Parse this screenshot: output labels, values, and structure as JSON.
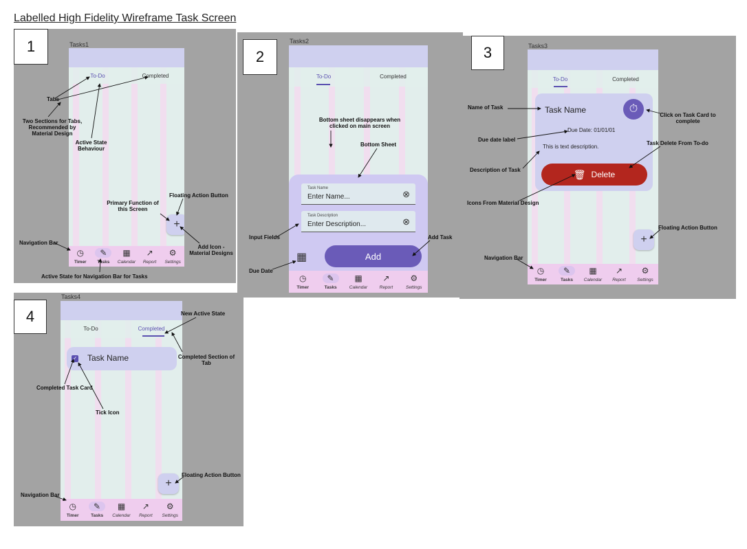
{
  "doc_title": "Labelled High Fidelity Wireframe Task Screen",
  "nav_items": [
    {
      "icon": "timer-icon",
      "glyph": "◷",
      "label": "Timer"
    },
    {
      "icon": "pencil-icon",
      "glyph": "✎",
      "label": "Tasks"
    },
    {
      "icon": "calendar-icon",
      "glyph": "▦",
      "label": "Calendar"
    },
    {
      "icon": "trend-icon",
      "glyph": "↗",
      "label": "Report"
    },
    {
      "icon": "gear-icon",
      "glyph": "⚙",
      "label": "Settings"
    }
  ],
  "tabs": {
    "todo": "To-Do",
    "completed": "Completed"
  },
  "fab_glyph": "+",
  "screen1": {
    "number": "1",
    "label": "Tasks1",
    "annotations": {
      "tabs": "Tabs",
      "two_sections": "Two Sections for Tabs, Recommended by Material Design",
      "active_state": "Active State Behaviour",
      "fab": "Floating Action Button",
      "primary": "Primary Function of this Screen",
      "add_icon": "Add Icon - Material Designs",
      "nav_bar": "Navigation Bar",
      "active_nav": "Active State for Navigation Bar for Tasks"
    }
  },
  "screen2": {
    "number": "2",
    "label": "Tasks2",
    "task_name_label": "Task Name",
    "task_name_placeholder": "Enter Name...",
    "task_desc_label": "Task Description",
    "task_desc_placeholder": "Enter Description...",
    "add_label": "Add",
    "annotations": {
      "disappears": "Bottom sheet disappears when clicked on main screen",
      "bottom_sheet": "Bottom Sheet",
      "input_fields": "Input Fields",
      "add_task": "Add Task",
      "due_date": "Due Date"
    }
  },
  "screen3": {
    "number": "3",
    "label": "Tasks3",
    "task_name": "Task Name",
    "due_date": "Due Date:  01/01/01",
    "description": "This is text description.",
    "delete_label": "Delete",
    "annotations": {
      "name_of_task": "Name of Task",
      "click_card": "Click on Task Card to complete",
      "due_label": "Due date label",
      "delete_from": "Task Delete From To-do",
      "description": "Description of Task",
      "icons": "Icons From Material Design",
      "fab": "Floating Action Button",
      "nav_bar": "Navigation Bar"
    }
  },
  "screen4": {
    "number": "4",
    "label": "Tasks4",
    "task_name": "Task Name",
    "annotations": {
      "new_active": "New Active State",
      "completed_section": "Completed Section of Tab",
      "completed_card": "Completed Task Card",
      "tick_icon": "Tick Icon",
      "fab": "Floating Action Button",
      "nav_bar": "Navigation Bar"
    }
  }
}
